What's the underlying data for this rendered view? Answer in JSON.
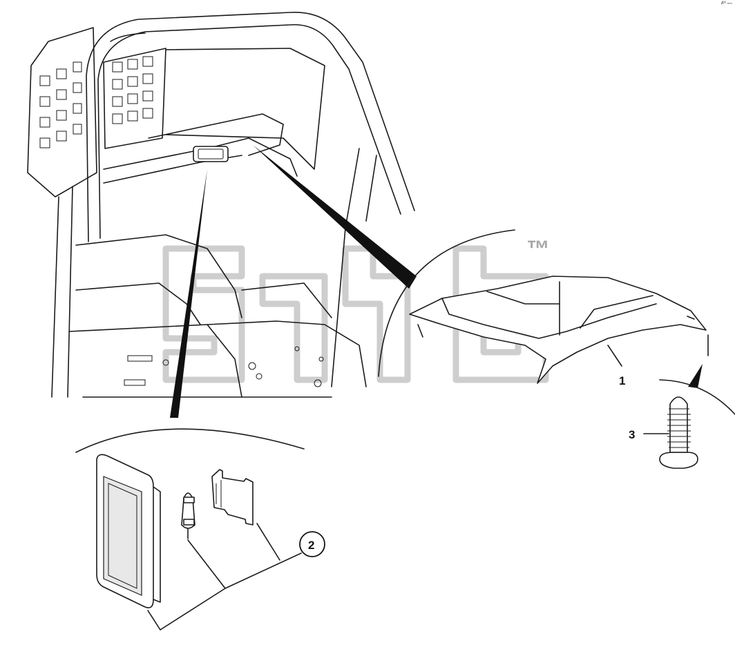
{
  "diagram": {
    "callouts": [
      {
        "id": "1",
        "label": "1"
      },
      {
        "id": "2",
        "label": "2"
      },
      {
        "id": "3",
        "label": "3"
      }
    ],
    "watermark": {
      "text": "™",
      "mark": "trademark"
    },
    "corner_mark": "Ⱥᴹ ₘₘ"
  }
}
